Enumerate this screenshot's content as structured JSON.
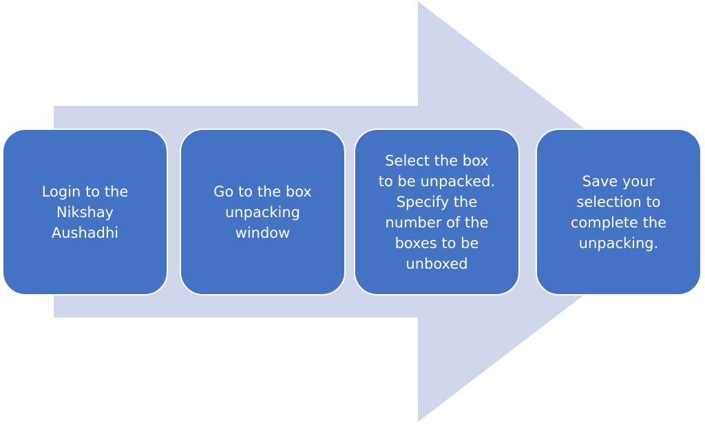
{
  "colors": {
    "arrow_fill": "#d0d6ec",
    "step_fill": "#4472c4",
    "step_border": "#ffffff",
    "step_text": "#ffffff"
  },
  "steps": [
    {
      "text": "Login to the\nNikshay\nAushadhi"
    },
    {
      "text": "Go to the box\nunpacking\nwindow"
    },
    {
      "text": "Select the box\nto be unpacked.\nSpecify the\nnumber of the\nboxes to be\nunboxed"
    },
    {
      "text": "Save your\nselection to\ncomplete the\nunpacking."
    }
  ]
}
